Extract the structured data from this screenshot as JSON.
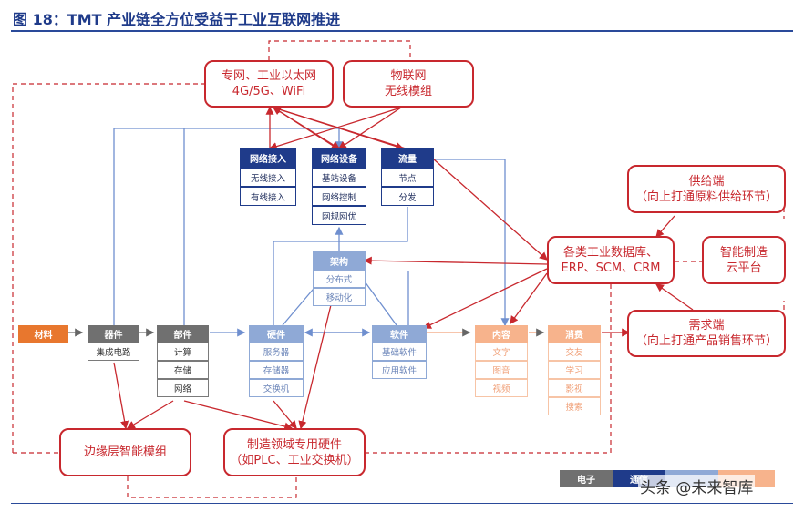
{
  "title": "图 18：TMT 产业链全方位受益于工业互联网推进",
  "red_boxes": {
    "network": [
      "专网、工业以太网",
      "4G/5G、WiFi"
    ],
    "iot": [
      "物联网",
      "无线模组"
    ],
    "supply": [
      "供给端",
      "（向上打通原料供给环节）"
    ],
    "database": [
      "各类工业数据库、",
      "ERP、SCM、CRM"
    ],
    "cloud": [
      "智能制造",
      "云平台"
    ],
    "demand": [
      "需求端",
      "（向上打通产品销售环节）"
    ],
    "edge": [
      "边缘层智能模组"
    ],
    "mfg_hw": [
      "制造领域专用硬件",
      "（如PLC、工业交换机）"
    ]
  },
  "groups": {
    "net_access": {
      "header": "网络接入",
      "items": [
        "无线接入",
        "有线接入"
      ]
    },
    "net_device": {
      "header": "网络设备",
      "items": [
        "基站设备",
        "网络控制",
        "网规网优"
      ]
    },
    "traffic": {
      "header": "流量",
      "items": [
        "节点",
        "分发"
      ]
    },
    "architecture": {
      "header": "架构",
      "items": [
        "分布式",
        "移动化"
      ]
    },
    "material": {
      "header": "材料",
      "items": []
    },
    "device": {
      "header": "器件",
      "items": [
        "集成电路"
      ]
    },
    "component": {
      "header": "部件",
      "items": [
        "计算",
        "存储",
        "网络"
      ]
    },
    "hardware": {
      "header": "硬件",
      "items": [
        "服务器",
        "存储器",
        "交换机"
      ]
    },
    "software": {
      "header": "软件",
      "items": [
        "基础软件",
        "应用软件"
      ]
    },
    "content": {
      "header": "内容",
      "items": [
        "文字",
        "图音",
        "视频"
      ]
    },
    "consumption": {
      "header": "消费",
      "items": [
        "交友",
        "学习",
        "影视",
        "搜索"
      ]
    }
  },
  "legend": {
    "items": [
      "电子",
      "通信",
      "",
      ""
    ]
  },
  "watermark": "头条 @未来智库",
  "colors": {
    "red": "#c8282e",
    "dark_blue": "#1f3b8a",
    "mid_blue": "#8fa9d6",
    "gray": "#707070",
    "light_orange": "#f7b38c",
    "orange": "#e8772e"
  }
}
